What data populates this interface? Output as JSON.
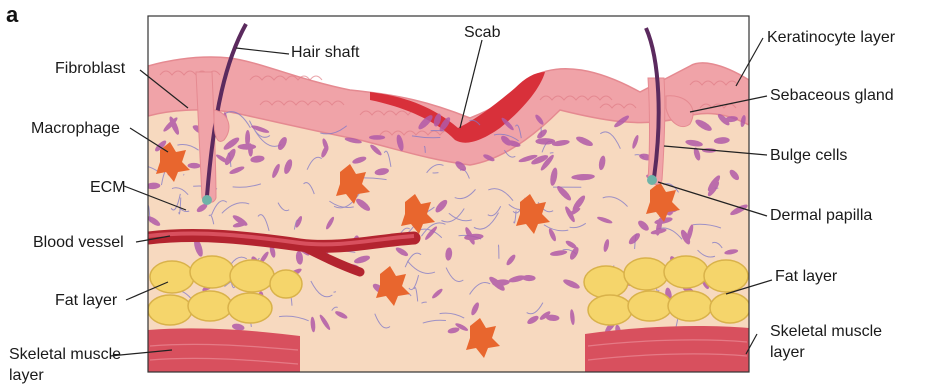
{
  "panel_letter": "a",
  "labels": {
    "hair_shaft": "Hair shaft",
    "scab": "Scab",
    "keratinocyte_layer": "Keratinocyte layer",
    "fibroblast": "Fibroblast",
    "sebaceous_gland": "Sebaceous gland",
    "macrophage": "Macrophage",
    "bulge_cells": "Bulge cells",
    "ecm": "ECM",
    "dermal_papilla": "Dermal papilla",
    "blood_vessel": "Blood vessel",
    "fat_layer_left": "Fat layer",
    "fat_layer_right": "Fat layer",
    "skeletal_muscle_left_1": "Skeletal muscle",
    "skeletal_muscle_left_2": "layer",
    "skeletal_muscle_right_1": "Skeletal muscle",
    "skeletal_muscle_right_2": "layer"
  },
  "colors": {
    "epidermis": "#f0a3a8",
    "epidermis_dark": "#e58a91",
    "dermis": "#f7d9bf",
    "scab": "#d8303a",
    "fibroblast": "#b05aa8",
    "macrophage": "#e8662e",
    "fat": "#f5d56b",
    "muscle": "#d8505e",
    "vessel": "#b3242f",
    "ecm_fiber": "#7f78c8"
  }
}
